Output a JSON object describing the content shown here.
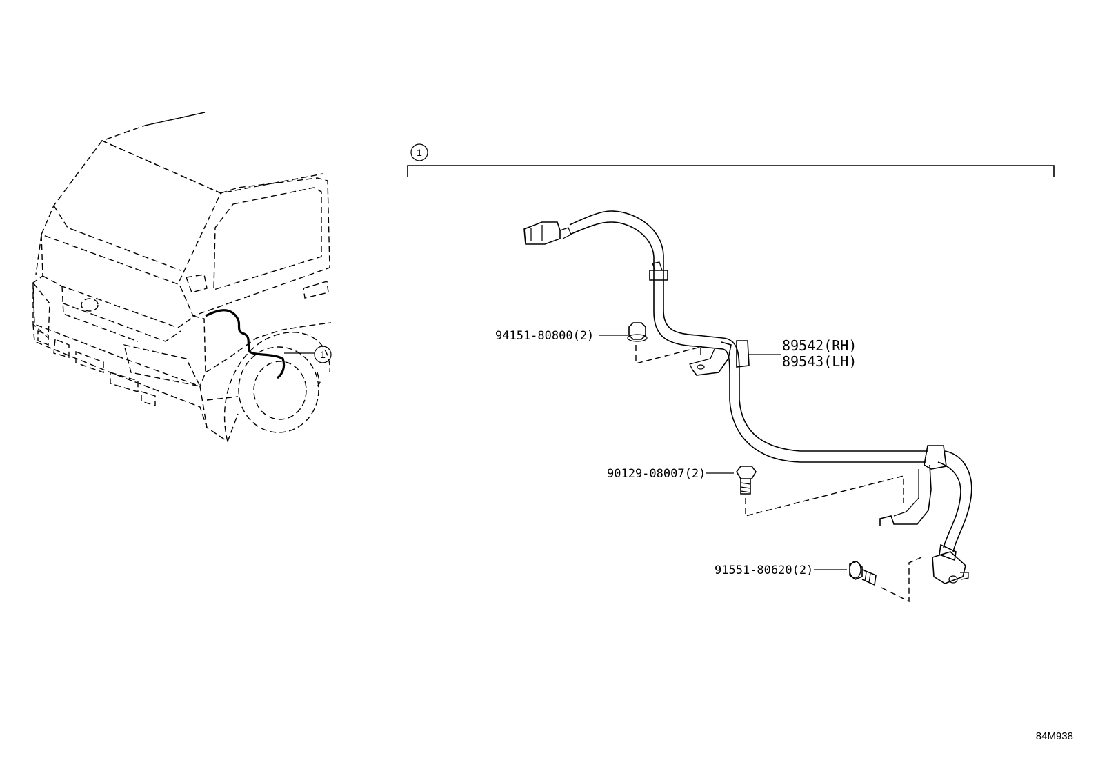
{
  "callouts": {
    "group_marker": "1",
    "vehicle_marker": "1"
  },
  "parts": {
    "nut": "94151-80800(2)",
    "clip_bolt": "90129-08007(2)",
    "sensor_bolt": "91551-80620(2)",
    "sensor_rh": "89542(RH)",
    "sensor_lh": "89543(LH)"
  },
  "illustration_code": "84M938"
}
